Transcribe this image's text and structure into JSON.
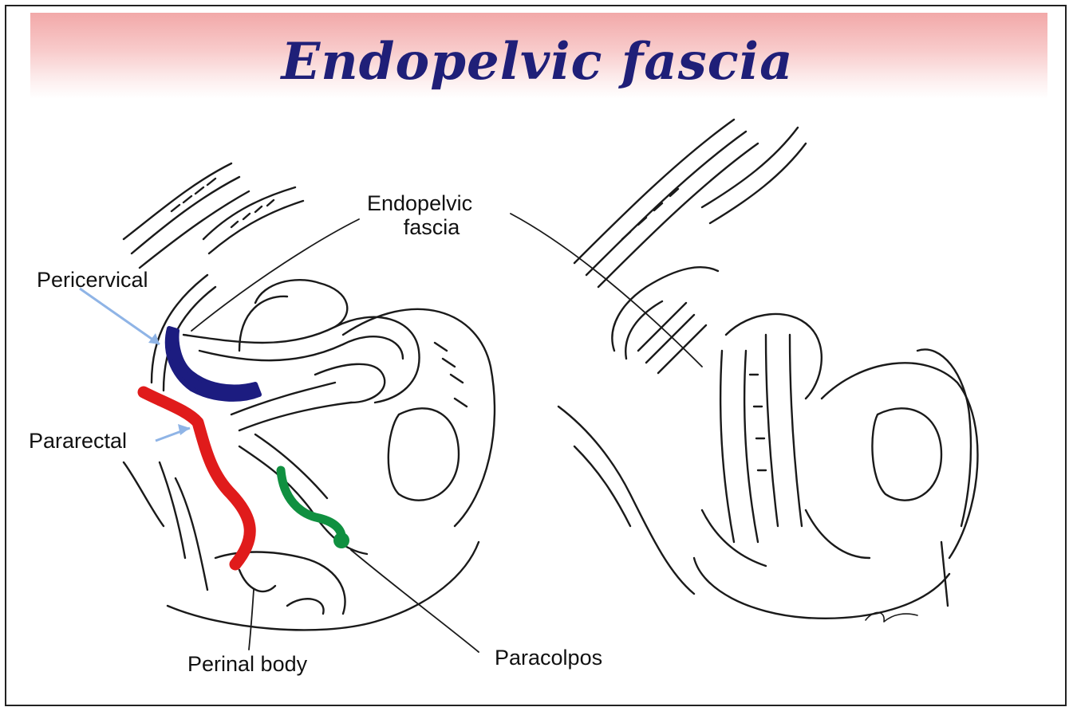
{
  "slide": {
    "title": "Endopelvic fascia"
  },
  "labels": {
    "endopelvic_line1": "Endopelvic",
    "endopelvic_line2": "fascia",
    "pericervical": "Pericervical",
    "pararectal": "Pararectal",
    "perinal_body": "Perinal body",
    "paracolpos": "Paracolpos"
  },
  "highlight_colors": {
    "pericervical": "#1c1c80",
    "pararectal": "#e01b1b",
    "paracolpos": "#109040",
    "pointer_arrow": "#8fb4e6"
  }
}
